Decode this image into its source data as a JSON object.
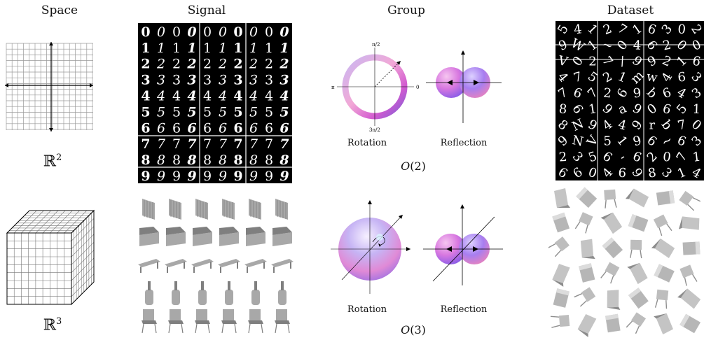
{
  "headers": {
    "space": "Space",
    "signal": "Signal",
    "group": "Group",
    "dataset": "Dataset"
  },
  "row1": {
    "space_label": "ℝ",
    "space_exp": "2",
    "rotation_label": "Rotation",
    "reflection_label": "Reflection",
    "group_name": "O",
    "group_arg": "(2)",
    "circle_ticks": {
      "top": "π/2",
      "left": "π",
      "right": "0",
      "bottom": "3π/2"
    },
    "mnist_rows": [
      "0000000000",
      "1111111111",
      "2222222222",
      "3333333333",
      "4444444444",
      "5555555555",
      "6666666666",
      "7777777777",
      "8888888888",
      "9999999999"
    ],
    "dataset_rows": [
      "5 4 1 2 7 1 6 3 0 2",
      "9 W 1 ~ 0 4 6 2 0 0",
      "V 0 2 7 / 9 9 2 1 6",
      "4 7 5 2 1 m w 4 6 3",
      "7 6 7 2 6 9 b 6 4 3",
      "8 6 1 9 a 9 0 6 5 1",
      "8 N 9 4 4 9 r b 7 0",
      "9 N V 5 1 9 6 ~ 6 3",
      "2 3 5 6 - 6 2 0 7 1",
      "6 6 0 4 6 9 8 3 1 4"
    ]
  },
  "row2": {
    "space_label": "ℝ",
    "space_exp": "3",
    "rotation_label": "Rotation",
    "reflection_label": "Reflection",
    "group_name": "O",
    "group_arg": "(3)"
  },
  "colors": {
    "pink": "#f29ad0",
    "purple": "#9a6be0",
    "blue": "#6f8ef0",
    "magenta": "#d84fc8",
    "lavender": "#c9b8f2",
    "gray": "#9a9a9a"
  }
}
